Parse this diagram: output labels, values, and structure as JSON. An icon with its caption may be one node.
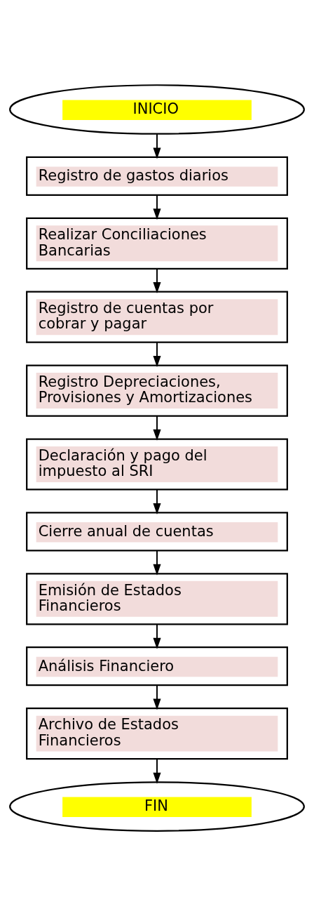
{
  "diagram": {
    "nodes": [
      {
        "text": [
          "INICIO"
        ]
      },
      {
        "text": [
          "Registro de gastos diarios"
        ]
      },
      {
        "text": [
          "Realizar Conciliaciones Bancarias"
        ]
      },
      {
        "text": [
          "Registro de cuentas por cobrar y pagar"
        ]
      },
      {
        "text": [
          "Registro Depreciaciones, Provisiones y Amortizaciones"
        ]
      },
      {
        "text": [
          "Declaración y pago del impuesto al SRI"
        ]
      },
      {
        "text": [
          "Cierre anual de cuentas"
        ]
      },
      {
        "text": [
          "Emisión de Estados Financieros"
        ]
      },
      {
        "text": [
          "Análisis Financiero"
        ]
      },
      {
        "text": [
          "Archivo de Estados Financieros"
        ]
      },
      {
        "text": [
          "FIN"
        ]
      }
    ],
    "edges": [
      {
        "from": 0,
        "to": 1,
        "arrow": "to"
      },
      {
        "from": 1,
        "to": 2,
        "arrow": "to"
      },
      {
        "from": 2,
        "to": 3,
        "arrow": "to"
      },
      {
        "from": 3,
        "to": 4,
        "arrow": "to"
      },
      {
        "from": 4,
        "to": 5,
        "arrow": "to"
      },
      {
        "from": 5,
        "to": 6,
        "arrow": "to"
      },
      {
        "from": 6,
        "to": 7,
        "arrow": "to"
      },
      {
        "from": 7,
        "to": 8,
        "arrow": "to"
      },
      {
        "from": 8,
        "to": 9,
        "arrow": "to"
      },
      {
        "from": 9,
        "to": 10,
        "arrow": "to"
      }
    ]
  }
}
